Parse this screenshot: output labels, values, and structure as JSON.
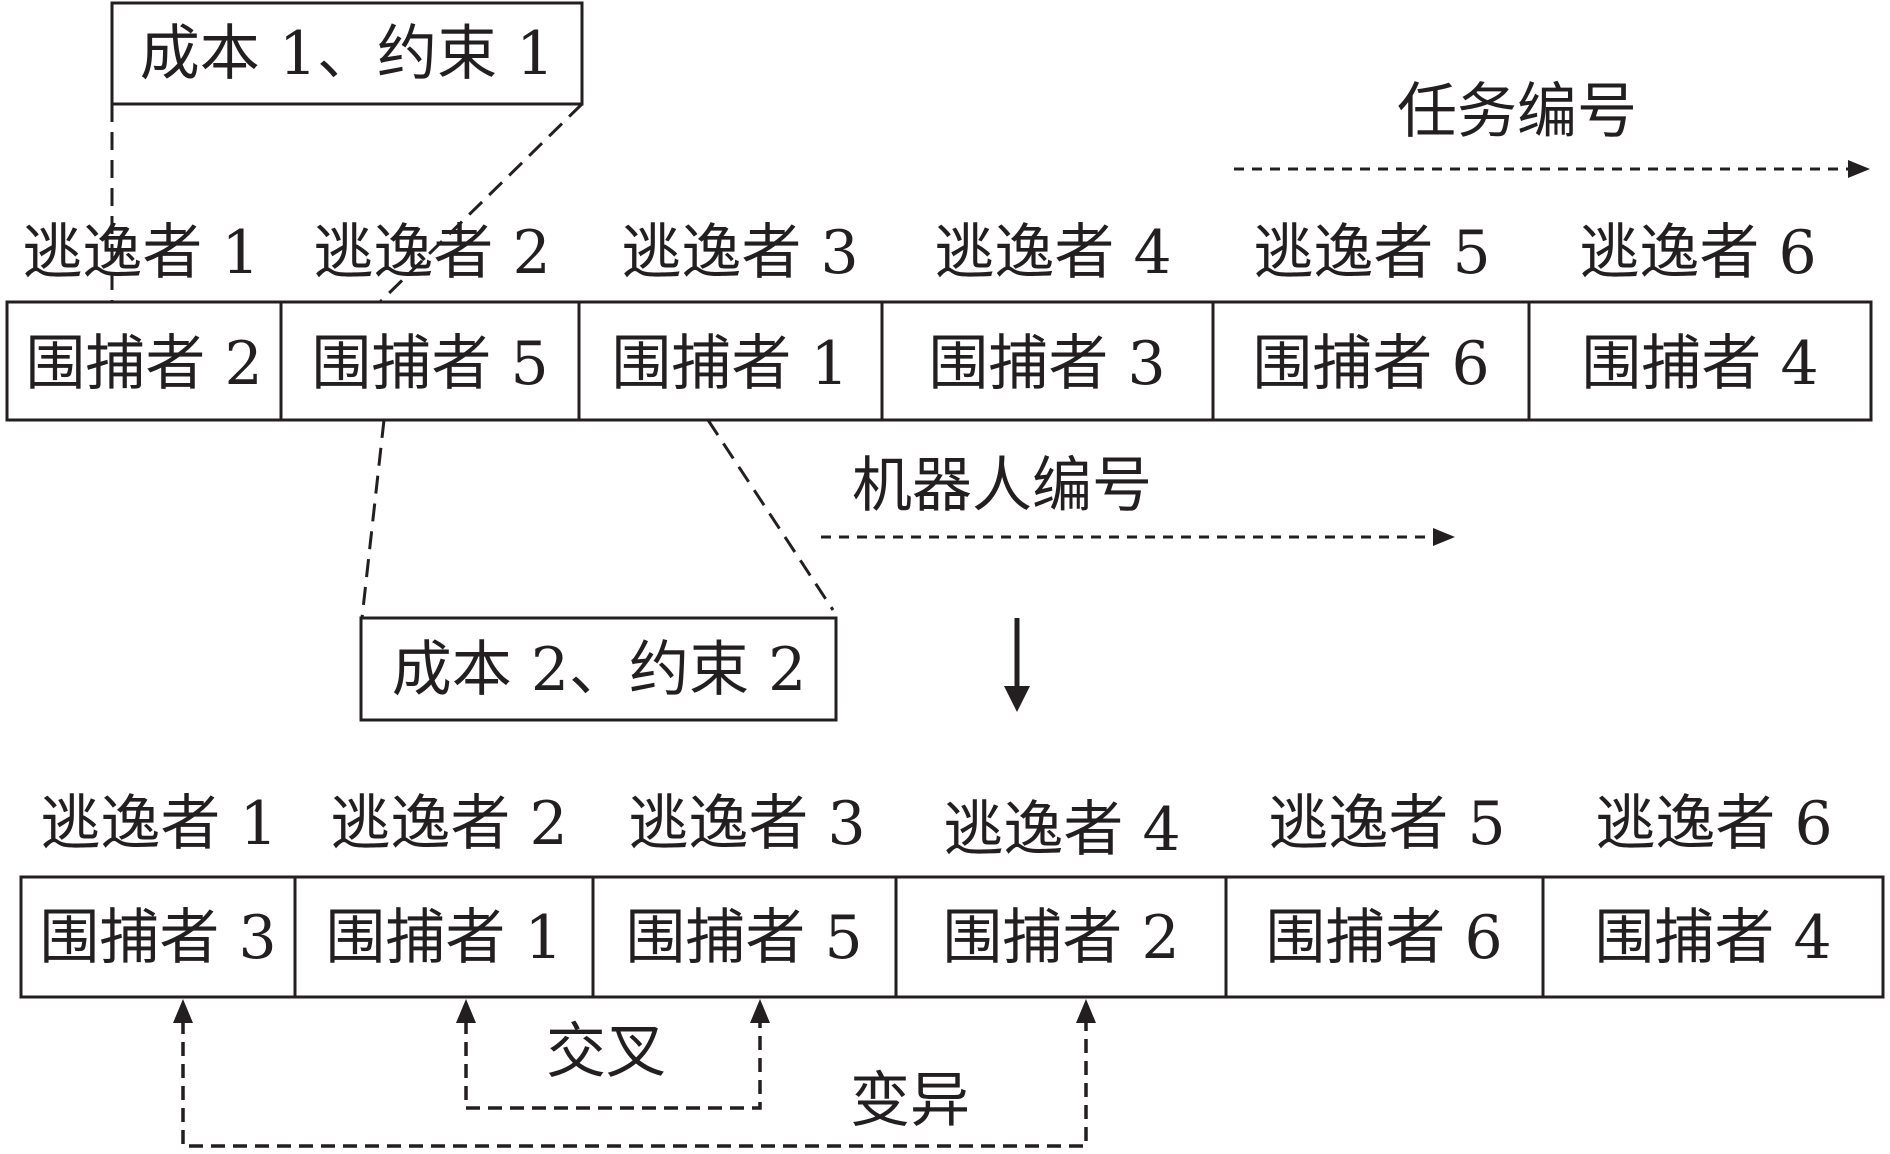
{
  "colors": {
    "line": "#231f20",
    "background": "#ffffff"
  },
  "annotation_top": {
    "label": "成本 1、约束 1"
  },
  "task_axis": {
    "label": "任务编号"
  },
  "chromosome_before": {
    "evaders": [
      "逃逸者 1",
      "逃逸者 2",
      "逃逸者 3",
      "逃逸者 4",
      "逃逸者 5",
      "逃逸者 6"
    ],
    "pursuers": [
      "围捕者 2",
      "围捕者 5",
      "围捕者 1",
      "围捕者 3",
      "围捕者 6",
      "围捕者 4"
    ]
  },
  "robot_axis": {
    "label": "机器人编号"
  },
  "annotation_bottom": {
    "label": "成本 2、约束 2"
  },
  "chromosome_after": {
    "evaders": [
      "逃逸者 1",
      "逃逸者 2",
      "逃逸者 3",
      "逃逸者 4",
      "逃逸者 5",
      "逃逸者 6"
    ],
    "pursuers": [
      "围捕者 3",
      "围捕者 1",
      "围捕者 5",
      "围捕者 2",
      "围捕者 6",
      "围捕者 4"
    ]
  },
  "operations": {
    "crossover": "交叉",
    "mutation": "变异"
  }
}
